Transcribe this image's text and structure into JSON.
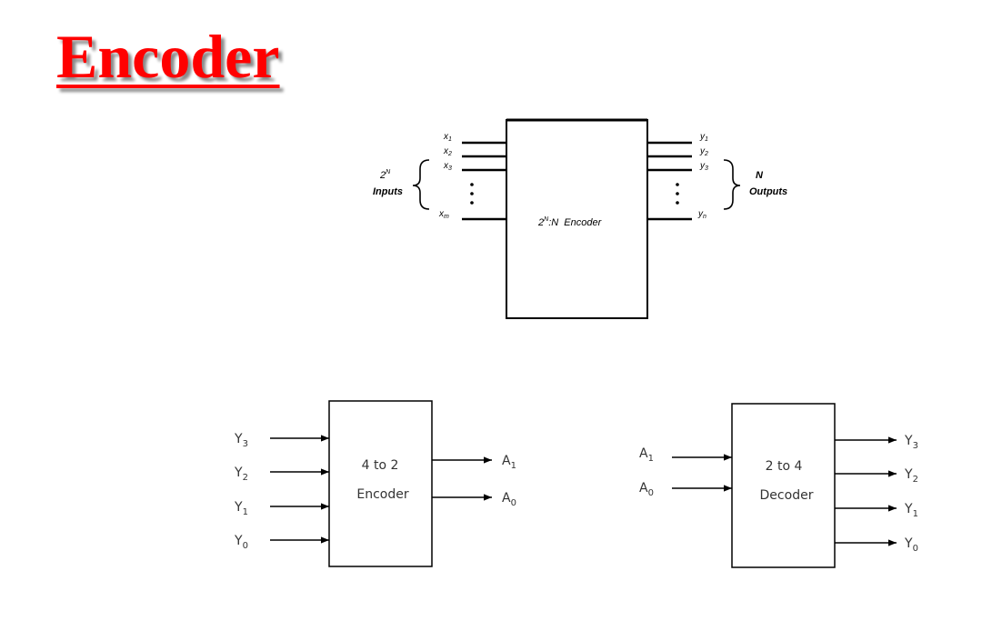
{
  "title": "Encoder",
  "generic": {
    "inputs_count": "2",
    "inputs_exp": "N",
    "inputs_word": "Inputs",
    "outputs_count": "N",
    "outputs_word": "Outputs",
    "input_labels": [
      {
        "base": "x",
        "sub": "1"
      },
      {
        "base": "x",
        "sub": "2"
      },
      {
        "base": "x",
        "sub": "3"
      },
      {
        "base": "x",
        "sub": "m"
      }
    ],
    "output_labels": [
      {
        "base": "y",
        "sub": "1"
      },
      {
        "base": "y",
        "sub": "2"
      },
      {
        "base": "y",
        "sub": "3"
      },
      {
        "base": "y",
        "sub": "n"
      }
    ],
    "box_label_base": "2",
    "box_label_exp": "N",
    "box_label_rest": ":N  Encoder"
  },
  "encoder42": {
    "line1": "4 to 2",
    "line2": "Encoder",
    "inputs": [
      {
        "base": "Y",
        "sub": "3"
      },
      {
        "base": "Y",
        "sub": "2"
      },
      {
        "base": "Y",
        "sub": "1"
      },
      {
        "base": "Y",
        "sub": "0"
      }
    ],
    "outputs": [
      {
        "base": "A",
        "sub": "1"
      },
      {
        "base": "A",
        "sub": "0"
      }
    ]
  },
  "decoder24": {
    "line1": "2 to 4",
    "line2": "Decoder",
    "inputs": [
      {
        "base": "A",
        "sub": "1"
      },
      {
        "base": "A",
        "sub": "0"
      }
    ],
    "outputs": [
      {
        "base": "Y",
        "sub": "3"
      },
      {
        "base": "Y",
        "sub": "2"
      },
      {
        "base": "Y",
        "sub": "1"
      },
      {
        "base": "Y",
        "sub": "0"
      }
    ]
  }
}
